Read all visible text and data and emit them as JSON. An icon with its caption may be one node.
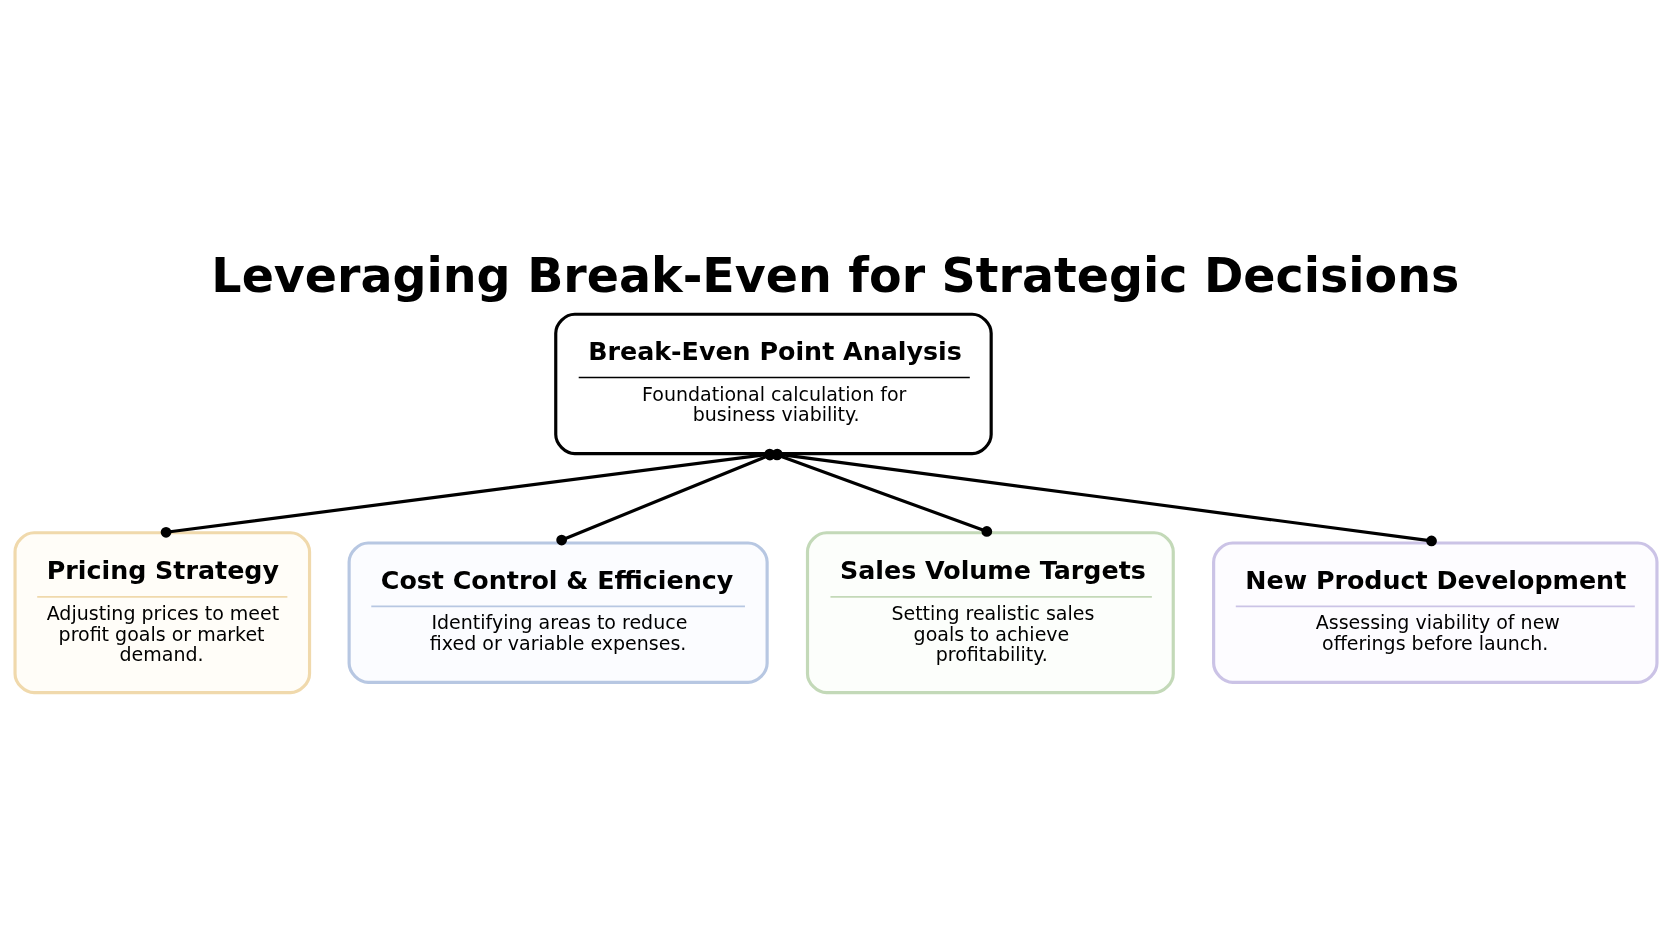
{
  "diagram": {
    "title": "Leveraging Break-Even for Strategic Decisions",
    "nodes": [
      {
        "text": [
          "Break-Even Point Analysis",
          "Foundational calculation for business viability."
        ]
      },
      {
        "text": [
          "Pricing Strategy",
          "Adjusting prices to meet profit goals or market demand."
        ]
      },
      {
        "text": [
          "Cost Control & Efficiency",
          "Identifying areas to reduce fixed or variable expenses."
        ]
      },
      {
        "text": [
          "Sales Volume Targets",
          "Setting realistic sales goals to achieve profitability."
        ]
      },
      {
        "text": [
          "New Product Development",
          "Assessing viability of new offerings before launch."
        ]
      }
    ],
    "edges": [
      {
        "from": 0,
        "to": 1,
        "arrow": "other"
      },
      {
        "from": 0,
        "to": 2,
        "arrow": "other"
      },
      {
        "from": 0,
        "to": 3,
        "arrow": "other"
      },
      {
        "from": 0,
        "to": 4,
        "arrow": "other"
      }
    ]
  }
}
